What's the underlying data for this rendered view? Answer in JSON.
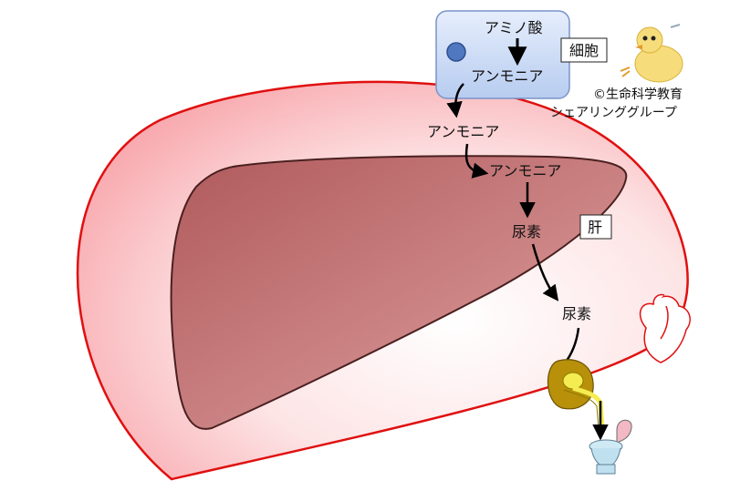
{
  "cell": {
    "label": "細胞",
    "amino_acid": "アミノ酸",
    "ammonia": "アンモニア"
  },
  "body_labels": {
    "ammonia_blood": "アンモニア",
    "ammonia_liver": "アンモニア",
    "urea_liver": "尿素",
    "urea_blood": "尿素"
  },
  "liver": {
    "label": "肝"
  },
  "credit": {
    "line1": "©生命科学教育",
    "line2": "シェアリンググループ"
  },
  "colors": {
    "body_stroke": "#e01010",
    "body_fill": "#fbd6d8",
    "liver_fill": "#c98282",
    "liver_stroke": "#4a2020",
    "cell_fill": "#c9d9f5",
    "cell_stroke": "#7a94c8",
    "nucleus": "#4f78c0",
    "kidney": "#b8900a",
    "ureter": "#f4ec50"
  },
  "icons": [
    "chick-icon",
    "heart-icon",
    "kidney-icon",
    "toilet-icon"
  ]
}
